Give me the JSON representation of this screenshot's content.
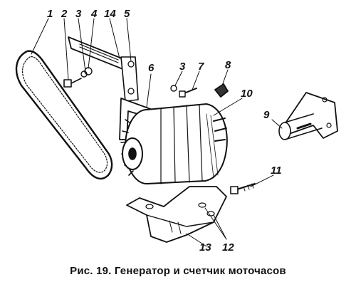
{
  "figure": {
    "caption": "Рис. 19. Генератор и счетчик моточасов",
    "callouts": {
      "belt": "1",
      "bolt_top": "2",
      "washer_top": "3",
      "washer_top_2": "4",
      "tension_bar": "14",
      "strap": "5",
      "bracket_arm": "6",
      "washer_mid": "3",
      "screw_mid": "7",
      "terminal": "8",
      "hour_meter": "9",
      "generator": "10",
      "stud_bolt": "11",
      "mount_bolts": "12",
      "mount_bracket": "13"
    }
  }
}
